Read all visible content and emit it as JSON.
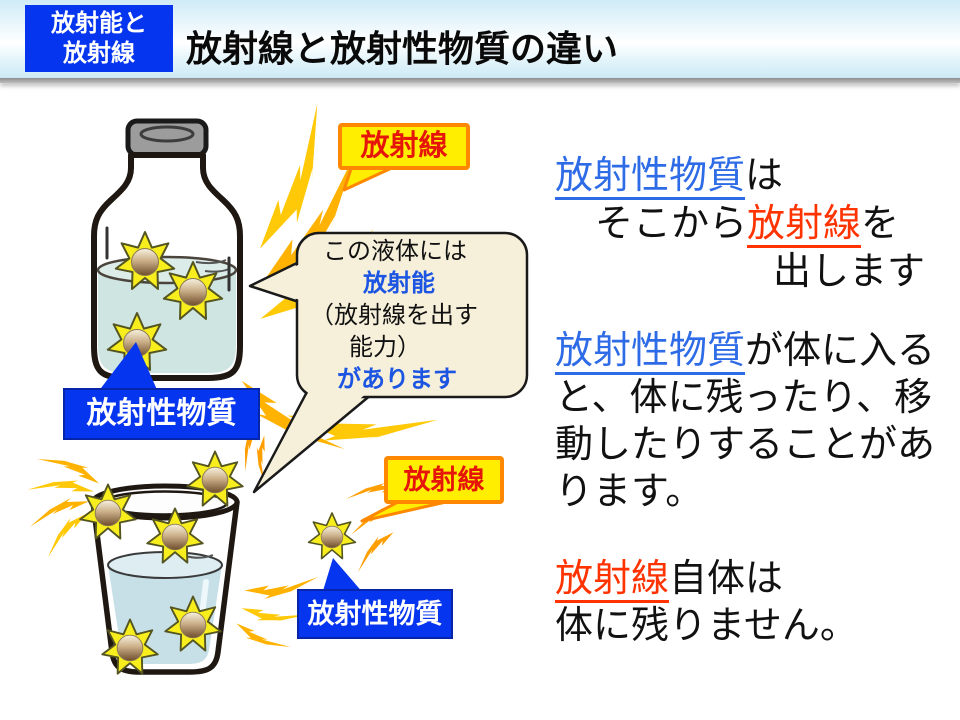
{
  "header": {
    "tab": {
      "line1": "放射能と",
      "line2": "放射線"
    },
    "title": "放射線と放射性物質の違い"
  },
  "labels": {
    "radiation": "放射線",
    "substance": "放射性物質"
  },
  "bubble": {
    "line1": "この液体には",
    "line2": "放射能",
    "line3": "（放射線を出す",
    "line4": "能力）",
    "line5": "があります"
  },
  "paragraphs": {
    "p1": {
      "l1_blue": "放射性物質",
      "l1_rest": "は",
      "l2_pre": "そこから",
      "l2_red": "放射線",
      "l2_post": "を",
      "l3": "出します"
    },
    "p2": {
      "l1_blue": "放射性物質",
      "l1_rest": "が体に入る",
      "l2": "と、体に残ったり、移",
      "l3": "動したりすることがあ",
      "l4": "ります。"
    },
    "p3": {
      "l1_red": "放射線",
      "l1_rest": "自体は",
      "l2": "体に残りません。"
    }
  },
  "colors": {
    "tab_blue": "#0635ef",
    "substance_label_blue": "#0635ef",
    "radiation_label_yellow": "#ffee00",
    "radiation_label_border": "#ff8800",
    "radiation_label_text_red": "#e6150a",
    "term_blue": "#2e6be6",
    "term_red": "#ff3300",
    "bubble_bg": "#f6efda",
    "bubble_blue": "#1b55e2",
    "bolt_gold": "#ffc907",
    "bolt_orange": "#ff9e00",
    "liquid_blue": "#cfe5e1",
    "water_blue": "#c7e0e8",
    "star_yellow": "#f8ee1e"
  }
}
